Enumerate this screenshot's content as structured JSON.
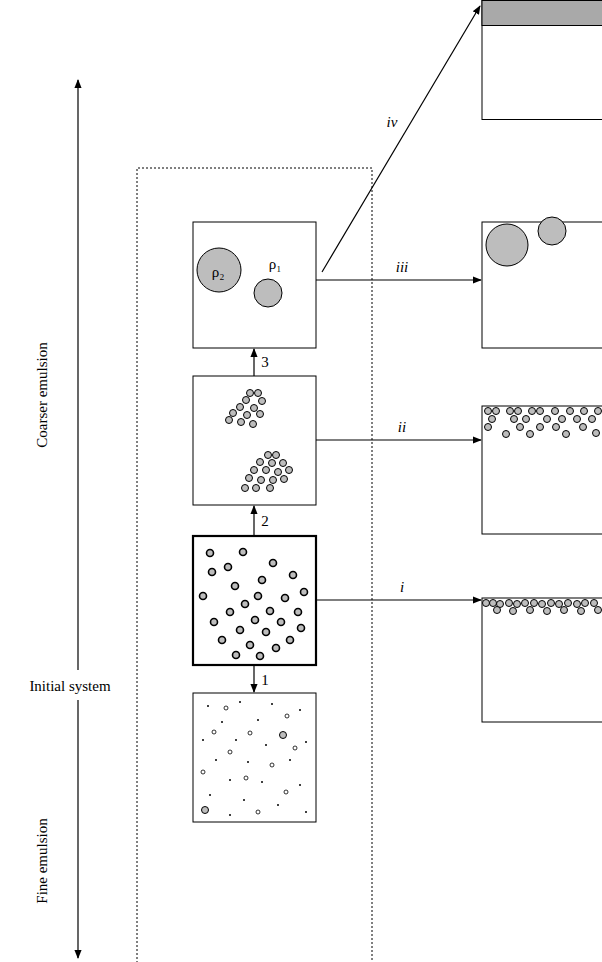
{
  "diagram": {
    "labels": [
      "Coarser emulsion",
      "Initial system",
      "Fine emulsion",
      "ρ₂",
      "ρ₁",
      "3",
      "2",
      "1",
      "iv",
      "iii",
      "ii",
      "i"
    ]
  }
}
